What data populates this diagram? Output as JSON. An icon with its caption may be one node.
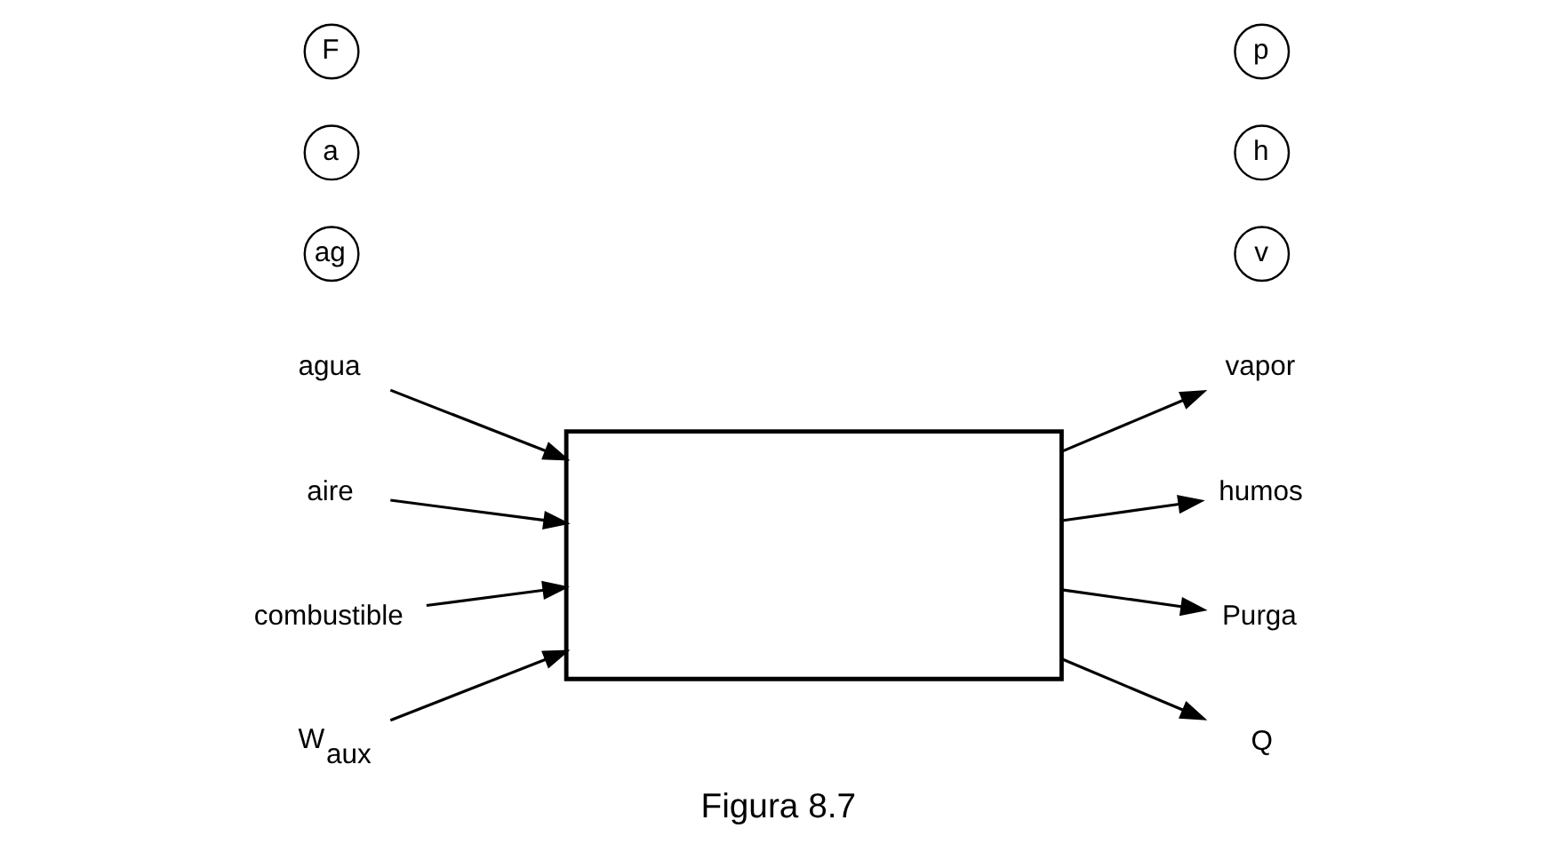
{
  "diagram": {
    "caption": "Figura 8.7",
    "nodes": [
      {
        "text": [],
        "shape": "box"
      },
      {
        "text": [
          "vapor"
        ]
      },
      {
        "text": [
          "v"
        ]
      },
      {
        "text": [
          "humos"
        ]
      },
      {
        "text": [
          "h"
        ]
      },
      {
        "text": [
          "agua"
        ]
      },
      {
        "text": [
          "ag"
        ]
      },
      {
        "text": [
          "aire"
        ]
      },
      {
        "text": [
          "a"
        ]
      },
      {
        "text": [
          "combustible"
        ]
      },
      {
        "text": [
          "F"
        ]
      },
      {
        "text": [
          "Purga"
        ]
      },
      {
        "text": [
          "p"
        ]
      },
      {
        "text": [
          "W$_{aux}$"
        ]
      },
      {
        "text": [
          "Q"
        ]
      }
    ],
    "edges": [
      {
        "from": 7,
        "to": 0,
        "arrow": "to"
      },
      {
        "from": 9,
        "to": 0,
        "arrow": "to"
      },
      {
        "from": 5,
        "to": 0,
        "arrow": "to"
      },
      {
        "from": 0,
        "to": 1,
        "arrow": "to"
      },
      {
        "from": 0,
        "to": 3,
        "arrow": "to"
      },
      {
        "from": 0,
        "to": 11,
        "arrow": "to"
      },
      {
        "from": 13,
        "to": 0,
        "arrow": "to"
      },
      {
        "from": 0,
        "to": 14,
        "arrow": "to"
      }
    ]
  }
}
